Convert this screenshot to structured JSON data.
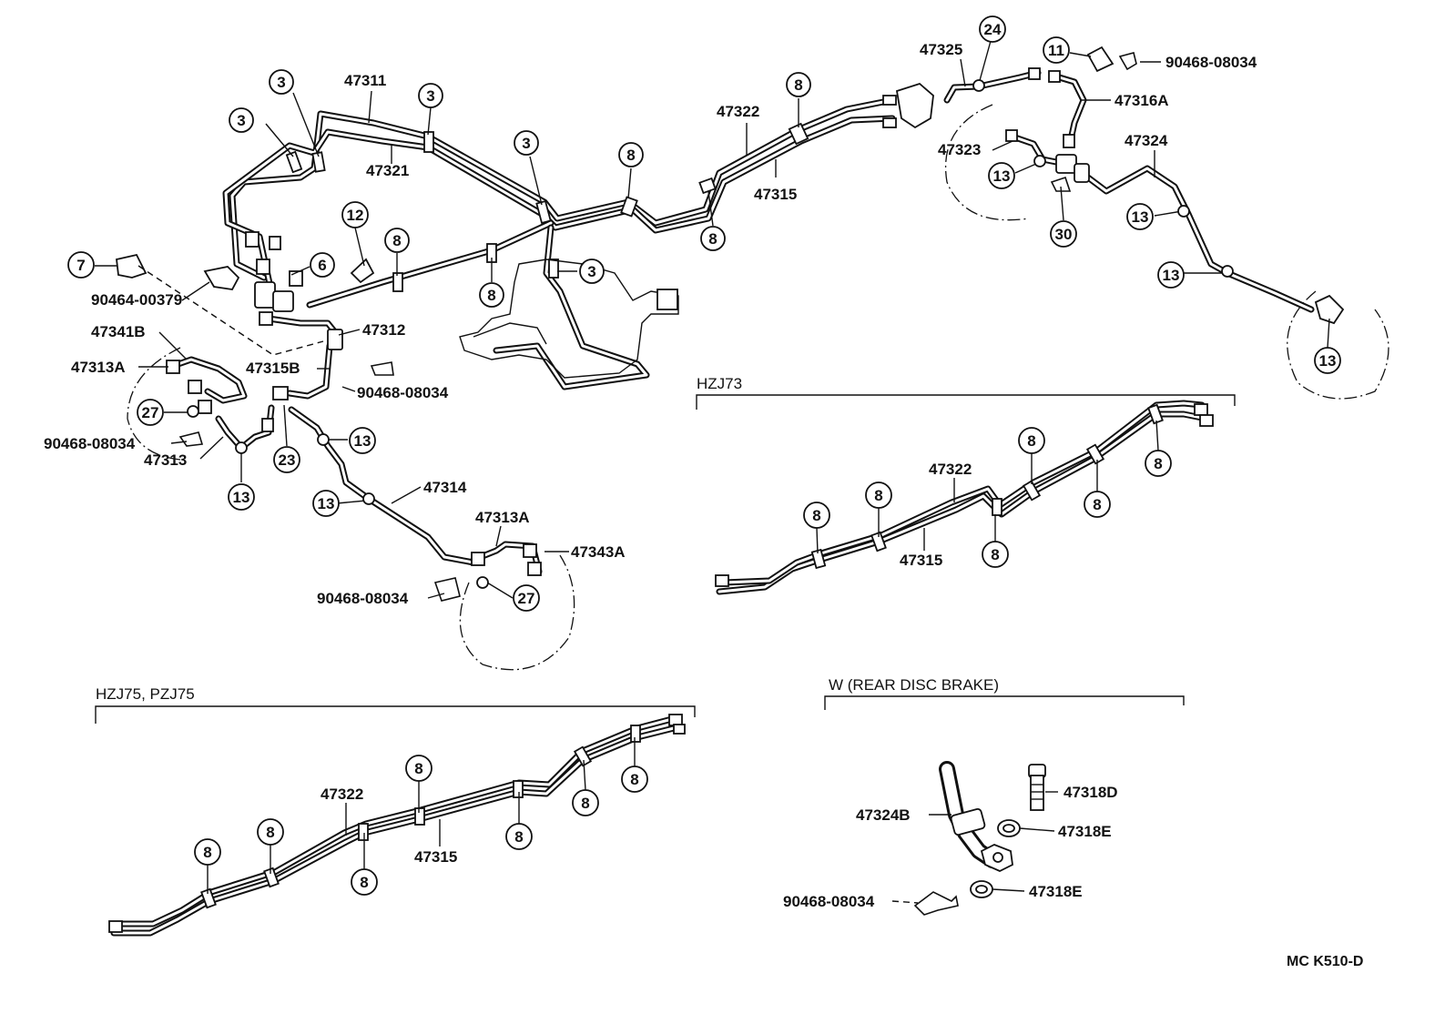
{
  "labels": {
    "p47311": "47311",
    "p47321": "47321",
    "p47322_main": "47322",
    "p47315_main": "47315",
    "p47325": "47325",
    "p47316A": "47316A",
    "p90468_top": "90468-08034",
    "p47323": "47323",
    "p47324": "47324",
    "p90464": "90464-00379",
    "p47312": "47312",
    "p47315B": "47315B",
    "p90468_mid": "90468-08034",
    "p47341B": "47341B",
    "p47313A_left": "47313A",
    "p90468_left": "90468-08034",
    "p47313": "47313",
    "p47314": "47314",
    "p47313A_right": "47313A",
    "p47343A": "47343A",
    "p90468_bottom": "90468-08034",
    "p47322_hzj73": "47322",
    "p47315_hzj73": "47315",
    "p47322_hzj75": "47322",
    "p47315_hzj75": "47315",
    "p47324B": "47324B",
    "p47318D": "47318D",
    "p47318E_1": "47318E",
    "p47318E_2": "47318E",
    "p90468_w": "90468-08034"
  },
  "callouts": {
    "c3a": "3",
    "c3b": "3",
    "c3c": "3",
    "c3d": "3",
    "c3e": "3",
    "c12": "12",
    "c8a": "8",
    "c6": "6",
    "c7": "7",
    "c8b": "8",
    "c8c": "8",
    "c8d": "8",
    "c8e": "8",
    "c24": "24",
    "c11": "11",
    "c13a": "13",
    "c30": "30",
    "c13b": "13",
    "c13c": "13",
    "c13d": "13",
    "c27a": "27",
    "c23": "23",
    "c13e": "13",
    "c13f": "13",
    "c13g": "13",
    "c27b": "27",
    "h73_8a": "8",
    "h73_8b": "8",
    "h73_8c": "8",
    "h73_8d": "8",
    "h73_8e": "8",
    "h73_8f": "8",
    "h75_8a": "8",
    "h75_8b": "8",
    "h75_8c": "8",
    "h75_8d": "8",
    "h75_8e": "8",
    "h75_8f": "8",
    "h75_8g": "8"
  },
  "sections": {
    "hzj73": "HZJ73",
    "hzj75": "HZJ75, PZJ75",
    "rear_disc": "W (REAR  DISC  BRAKE)"
  },
  "reference": "MC  K510-D"
}
